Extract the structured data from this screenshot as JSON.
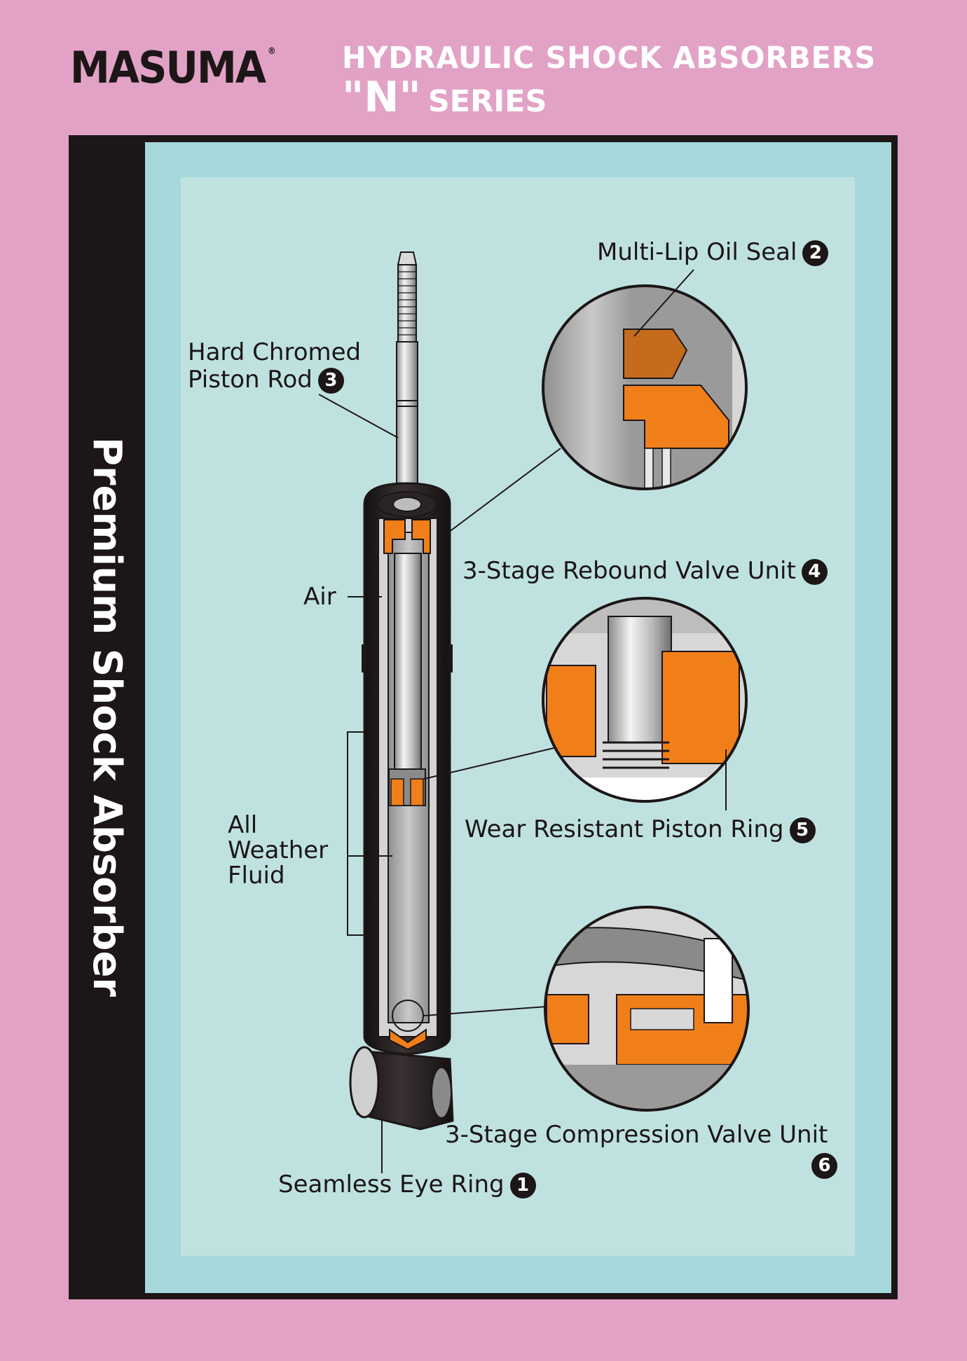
{
  "header": {
    "brand": "MASUMA",
    "registered_mark": "®",
    "title_line1": "HYDRAULIC SHOCK ABSORBERS",
    "title_series_code": "\"N\"",
    "title_series_word": "SERIES"
  },
  "sidebar": {
    "title": "Premium Shock Absorber"
  },
  "labels": {
    "oil_seal": {
      "text": "Multi-Lip Oil Seal",
      "num": "2"
    },
    "piston_rod_line1": "Hard Chromed",
    "piston_rod_line2": "Piston Rod",
    "piston_rod_num": "3",
    "rebound_valve": {
      "text": "3-Stage Rebound Valve Unit",
      "num": "4"
    },
    "air": "Air",
    "fluid_line1": "All",
    "fluid_line2": "Weather",
    "fluid_line3": "Fluid",
    "piston_ring": {
      "text": "Wear Resistant Piston Ring",
      "num": "5"
    },
    "compression_valve": {
      "text": "3-Stage Compression Valve Unit",
      "num": "6"
    },
    "eye_ring": {
      "text": "Seamless Eye Ring",
      "num": "1"
    }
  },
  "colors": {
    "background": "#e2a2c6",
    "frame": "#1c1616",
    "band": "#a6d8dc",
    "panel": "#bfe2e1",
    "accent_orange": "#f07f1a",
    "metal_grey": "#a9a9a9"
  }
}
